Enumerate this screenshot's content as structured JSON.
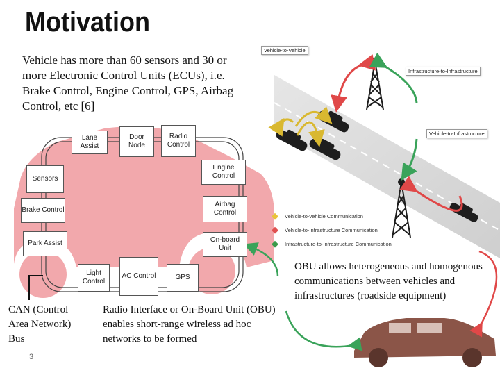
{
  "title": "Motivation",
  "intro_text": "Vehicle has more than 60 sensors and 30 or more Electronic Control Units (ECUs), i.e. Brake Control, Engine Control, GPS, Airbag Control, etc [6]",
  "ecus": {
    "lane_assist": "Lane Assist",
    "door_node": "Door Node",
    "radio_control": "Radio Control",
    "engine_control": "Engine Control",
    "sensors": "Sensors",
    "airbag_control": "Airbag Control",
    "brake_control": "Brake Control",
    "park_assist": "Park Assist",
    "onboard_unit": "On-board Unit",
    "light_control": "Light Control",
    "ac_control": "AC Control",
    "gps": "GPS"
  },
  "captions": {
    "can": "CAN (Control Area Network) Bus",
    "obu_radio": "Radio Interface or On-Board Unit (OBU) enables short-range wireless ad hoc networks to be formed",
    "obu_comm": "OBU allows heterogeneous and homogenous communications between vehicles and infrastructures (roadside equipment)"
  },
  "tags": {
    "v2v": "Vehicle-to-Vehicle",
    "i2i": "Infrastructure-to-Infrastructure",
    "v2i": "Vehicle-to-Infrastructure"
  },
  "legend": [
    {
      "label": "Vehicle-to-vehicle Communication",
      "color": "#e8c33a"
    },
    {
      "label": "Vehicle-to-Infrastructure Communication",
      "color": "#e05050"
    },
    {
      "label": "Infrastructure-to-Infrastructure Communication",
      "color": "#3a9a4a"
    }
  ],
  "colors": {
    "car_pink": "#f2a8ac",
    "car_brown": "#8b5548",
    "arrow_red": "#e04848",
    "arrow_yellow": "#d9b830",
    "arrow_green": "#3aa35a"
  },
  "slide_number": "3"
}
